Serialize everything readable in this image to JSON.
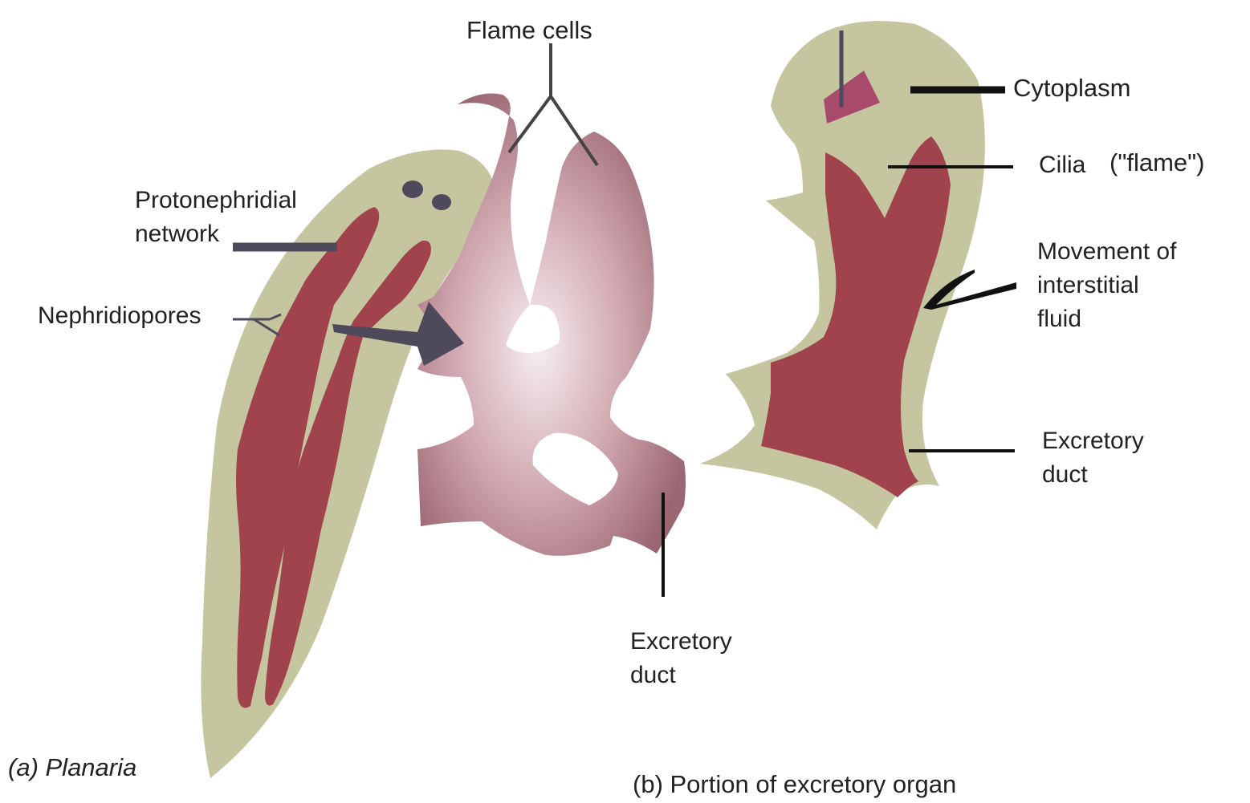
{
  "labels": {
    "flame_cells": "Flame cells",
    "protonephridial_line1": "Protonephridial",
    "protonephridial_line2": "network",
    "nephridiopores": "Nephridiopores",
    "excretory_duct_a_line1": "Excretory",
    "excretory_duct_a_line2": "duct",
    "cytoplasm": "Cytoplasm",
    "cilia": "Cilia",
    "flame_quote": "(\"flame\")",
    "movement_line1": "Movement of",
    "movement_line2": "interstitial",
    "movement_line3": "fluid",
    "excretory_duct_b_line1": "Excretory",
    "excretory_duct_b_line2": "duct"
  },
  "captions": {
    "a": "(a) Planaria",
    "b": "(b) Portion of excretory organ"
  },
  "colors": {
    "body_fill": "#c5c6a0",
    "canal_fill": "#a0434d",
    "flame_cell_dark": "#9a6672",
    "flame_cell_light": "#f6eef0",
    "nucleus": "#a84a6c",
    "arrow": "#4e4a5c",
    "leader": "#111111"
  }
}
